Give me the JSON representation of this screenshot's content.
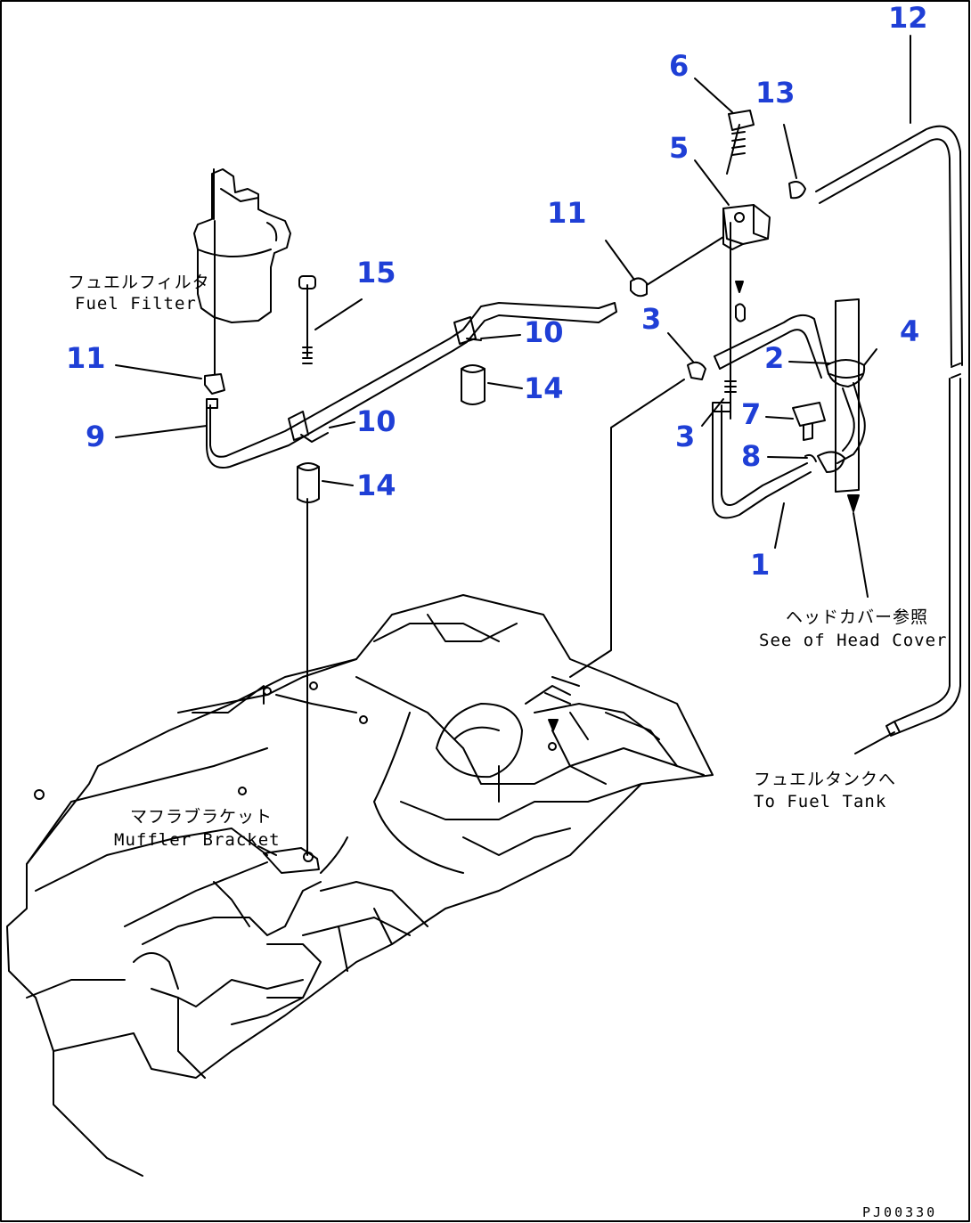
{
  "callouts": [
    "12",
    "6",
    "13",
    "5",
    "11",
    "3",
    "2",
    "4",
    "7",
    "3",
    "8",
    "1",
    "15",
    "11",
    "10",
    "14",
    "9",
    "10",
    "14"
  ],
  "captions": {
    "fuel_filter_jp": "フュエルフィルタ",
    "fuel_filter_en": "Fuel Filter",
    "head_cover_jp": "ヘッドカバー参照",
    "head_cover_en": "See of Head Cover",
    "fuel_tank_jp": "フュエルタンクへ",
    "fuel_tank_en": "To Fuel Tank",
    "muffler_jp": "マフラブラケット",
    "muffler_en": "Muffler Bracket"
  },
  "drawing_code": "PJ00330"
}
